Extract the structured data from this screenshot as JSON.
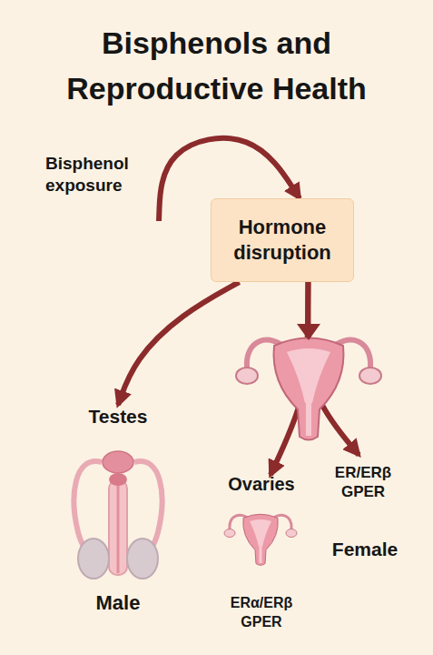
{
  "diagram": {
    "title": "Bisphenols and Reproductive Health",
    "nodes": [
      {
        "text": [
          "Bisphenol exposure"
        ]
      },
      {
        "text": [
          "Hormone disruption"
        ]
      },
      {
        "text": [
          "Testes"
        ]
      },
      {
        "text": [
          "Ovaries",
          "ERα/ERβ GPER"
        ]
      },
      {
        "text": [
          "ER/ERβ GPER"
        ]
      }
    ],
    "edges": [
      {
        "from": 0,
        "to": 1,
        "arrow": "to"
      },
      {
        "from": 1,
        "to": 2,
        "arrow": "to"
      },
      {
        "from": 1,
        "to": 3,
        "arrow": "to"
      },
      {
        "from": 1,
        "to": 4,
        "arrow": "to"
      }
    ],
    "labels": [
      "Male",
      "Female"
    ]
  }
}
